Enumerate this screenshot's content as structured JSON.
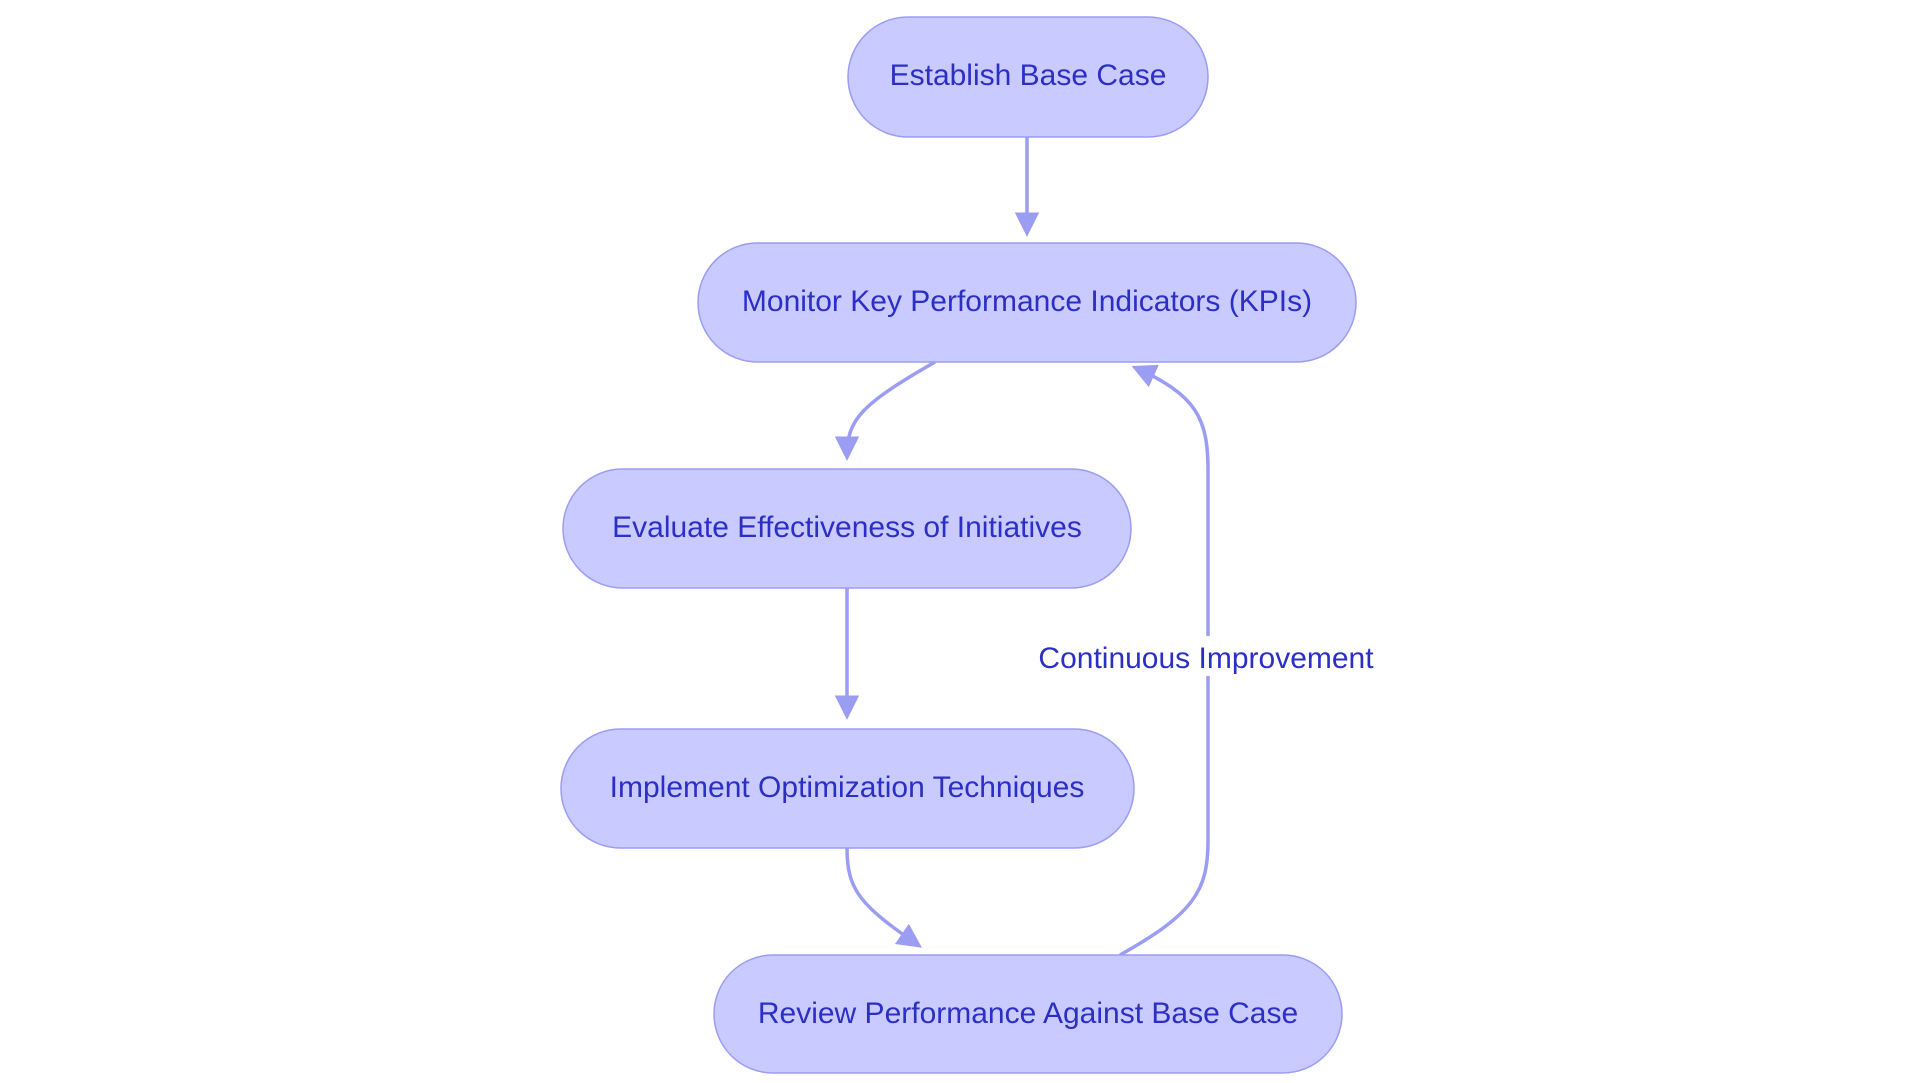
{
  "diagram": {
    "type": "flowchart",
    "colors": {
      "node_fill": "#c9caff",
      "node_stroke": "#9a9df2",
      "text": "#2b2fc4",
      "edge": "#9a9df2"
    },
    "nodes": {
      "establish": "Establish Base Case",
      "monitor": "Monitor Key Performance Indicators (KPIs)",
      "evaluate": "Evaluate Effectiveness of Initiatives",
      "implement": "Implement Optimization Techniques",
      "review": "Review Performance Against Base Case"
    },
    "edges": [
      {
        "from": "establish",
        "to": "monitor",
        "label": ""
      },
      {
        "from": "monitor",
        "to": "evaluate",
        "label": ""
      },
      {
        "from": "evaluate",
        "to": "implement",
        "label": ""
      },
      {
        "from": "implement",
        "to": "review",
        "label": ""
      },
      {
        "from": "review",
        "to": "monitor",
        "label": "Continuous Improvement"
      }
    ],
    "edge_label_continuous": "Continuous Improvement"
  }
}
